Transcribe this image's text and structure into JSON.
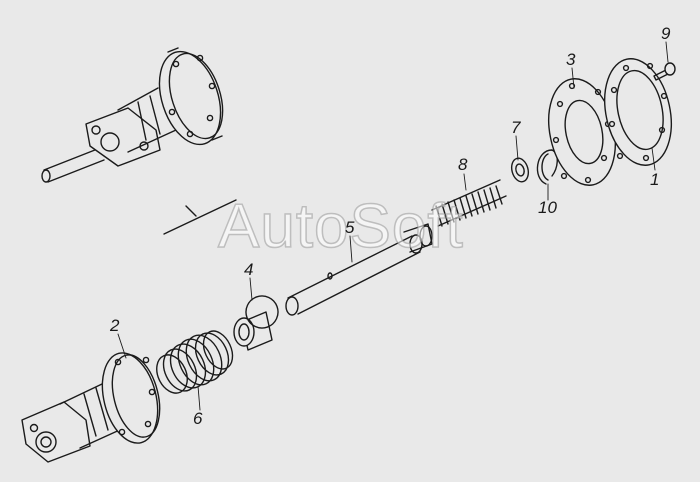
{
  "callouts": {
    "c1": "1",
    "c2": "2",
    "c3": "3",
    "c4": "4",
    "c5": "5",
    "c6": "6",
    "c7": "7",
    "c8": "8",
    "c9": "9",
    "c10": "10"
  },
  "watermark": "AutoSoft"
}
